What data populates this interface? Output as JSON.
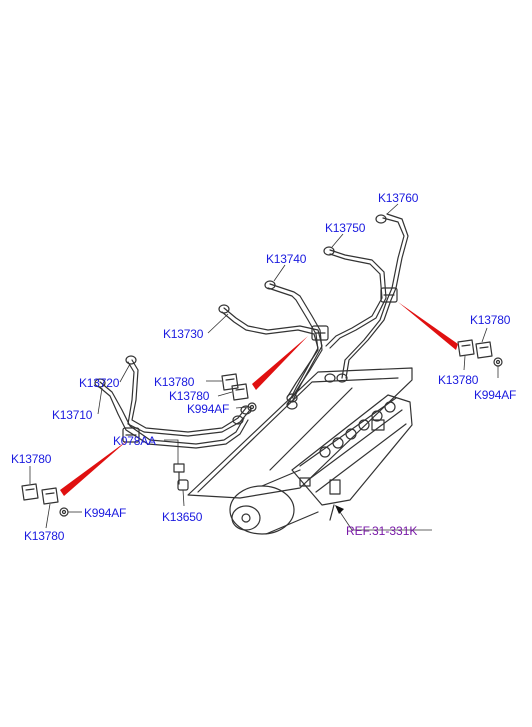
{
  "labels": {
    "k13760": "K13760",
    "k13750": "K13750",
    "k13740": "K13740",
    "k13730": "K13730",
    "k13720": "K13720",
    "k13710": "K13710",
    "k13780_mid_a": "K13780",
    "k13780_mid_b": "K13780",
    "k994af_mid": "K994AF",
    "k13780_right_top": "K13780",
    "k13780_right_bottom": "K13780",
    "k994af_right": "K994AF",
    "k13780_left_top": "K13780",
    "k13780_left_bottom": "K13780",
    "k994af_left": "K994AF",
    "k078aa": "K078AA",
    "k13650": "K13650",
    "ref": "REF.31-331K"
  },
  "colors": {
    "label_text": "#1a1adf",
    "ref_text": "#7a1aa8",
    "line_art": "#333333",
    "callout": "#e01010"
  }
}
